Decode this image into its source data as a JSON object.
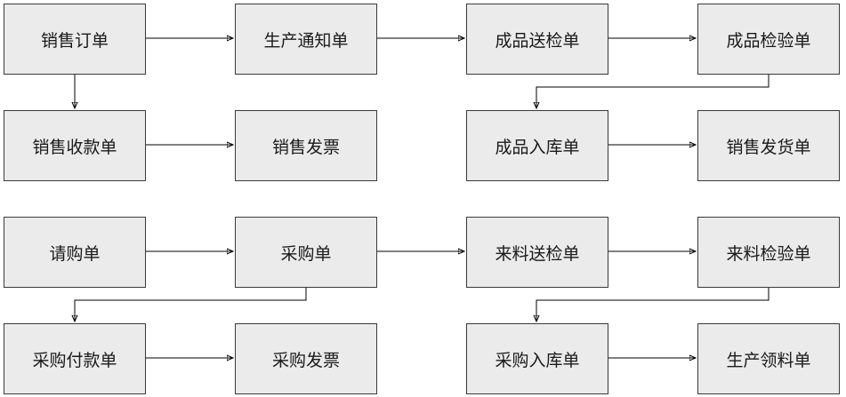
{
  "nodes": [
    {
      "id": "sales_order",
      "label": "销售订单"
    },
    {
      "id": "production_notice",
      "label": "生产通知单"
    },
    {
      "id": "product_inspection_request",
      "label": "成品送检单"
    },
    {
      "id": "product_inspection",
      "label": "成品检验单"
    },
    {
      "id": "sales_receipt",
      "label": "销售收款单"
    },
    {
      "id": "sales_invoice",
      "label": "销售发票"
    },
    {
      "id": "product_warehousing",
      "label": "成品入库单"
    },
    {
      "id": "sales_delivery",
      "label": "销售发货单"
    },
    {
      "id": "purchase_request",
      "label": "请购单"
    },
    {
      "id": "purchase_order",
      "label": "采购单"
    },
    {
      "id": "material_inspection_request",
      "label": "来料送检单"
    },
    {
      "id": "material_inspection",
      "label": "来料检验单"
    },
    {
      "id": "purchase_payment",
      "label": "采购付款单"
    },
    {
      "id": "purchase_invoice",
      "label": "采购发票"
    },
    {
      "id": "purchase_warehousing",
      "label": "采购入库单"
    },
    {
      "id": "production_material_requisition",
      "label": "生产领料单"
    }
  ],
  "edges": [
    {
      "from": "sales_order",
      "to": "production_notice"
    },
    {
      "from": "production_notice",
      "to": "product_inspection_request"
    },
    {
      "from": "product_inspection_request",
      "to": "product_inspection"
    },
    {
      "from": "sales_order",
      "to": "sales_receipt"
    },
    {
      "from": "sales_receipt",
      "to": "sales_invoice"
    },
    {
      "from": "product_inspection",
      "to": "product_warehousing"
    },
    {
      "from": "product_warehousing",
      "to": "sales_delivery"
    },
    {
      "from": "purchase_request",
      "to": "purchase_order"
    },
    {
      "from": "purchase_order",
      "to": "material_inspection_request"
    },
    {
      "from": "material_inspection_request",
      "to": "material_inspection"
    },
    {
      "from": "purchase_order",
      "to": "purchase_payment"
    },
    {
      "from": "purchase_payment",
      "to": "purchase_invoice"
    },
    {
      "from": "material_inspection",
      "to": "purchase_warehousing"
    },
    {
      "from": "purchase_warehousing",
      "to": "production_material_requisition"
    }
  ]
}
